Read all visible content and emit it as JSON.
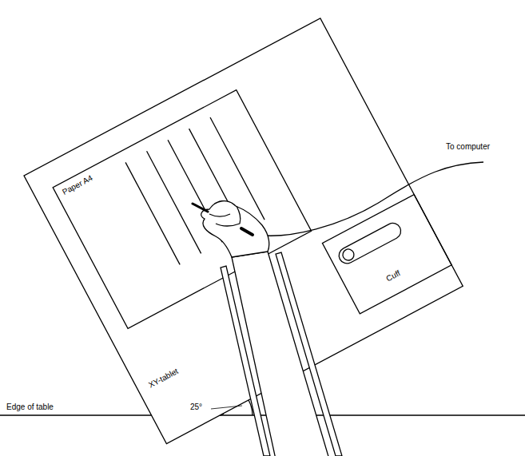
{
  "diagram": {
    "nodes": [
      {
        "text": [
          "XY-tablet"
        ]
      },
      {
        "text": [
          "Paper A4"
        ],
        "in": 0
      },
      {
        "text": [
          "Cuff"
        ],
        "in": 0
      }
    ],
    "labels": [
      "To computer",
      "Edge of table",
      "25°"
    ]
  }
}
